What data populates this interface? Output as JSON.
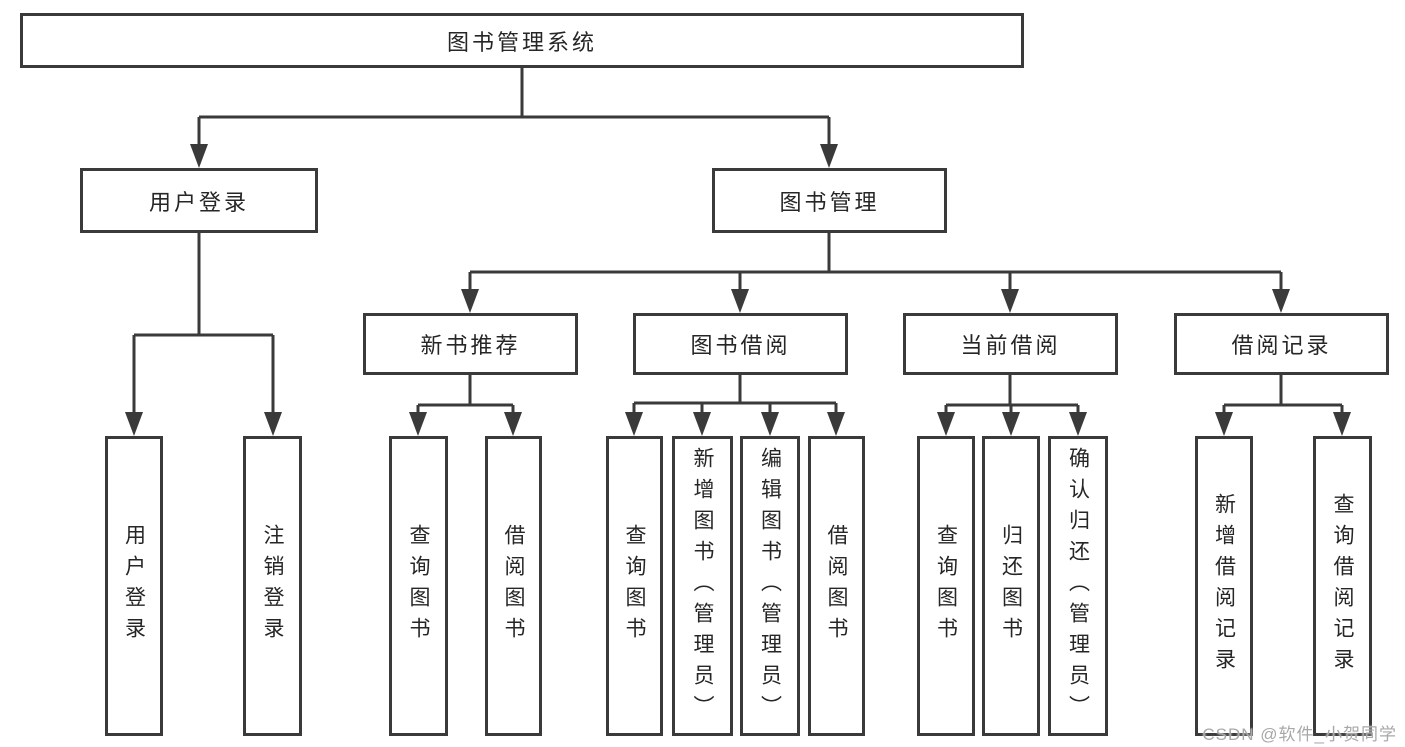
{
  "diagram": {
    "tree": {
      "root": "图书管理系统",
      "children": [
        {
          "label": "用户登录",
          "children": [
            "用户登录",
            "注销登录"
          ]
        },
        {
          "label": "图书管理",
          "children": [
            {
              "label": "新书推荐",
              "children": [
                "查询图书",
                "借阅图书"
              ]
            },
            {
              "label": "图书借阅",
              "children": [
                "查询图书",
                "新增图书（管理员）",
                "编辑图书（管理员）",
                "借阅图书"
              ]
            },
            {
              "label": "当前借阅",
              "children": [
                "查询图书",
                "归还图书",
                "确认归还（管理员）"
              ]
            },
            {
              "label": "借阅记录",
              "children": [
                "新增借阅记录",
                "查询借阅记录"
              ]
            }
          ]
        }
      ]
    },
    "colors": {
      "line": "#3a3a3a",
      "text": "#262626",
      "background": "#ffffff",
      "watermark": "#a8a8a8"
    },
    "watermark": "CSDN @软件_小贺同学"
  }
}
